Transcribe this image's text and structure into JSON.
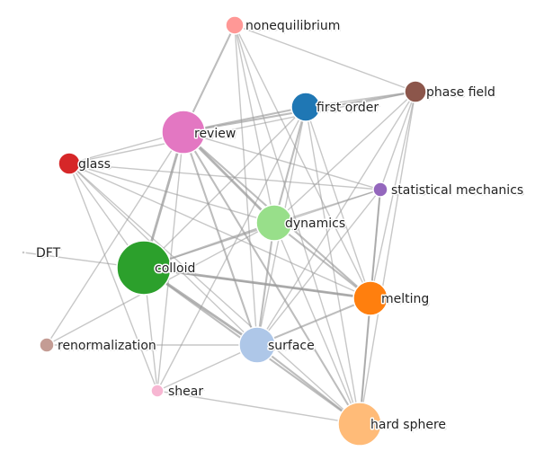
{
  "graph": {
    "nodes": [
      {
        "id": "nonequilibrium",
        "label": "nonequilibrium",
        "color": "#ff9896",
        "weight": 1
      },
      {
        "id": "phase_field",
        "label": "phase field",
        "color": "#8c564b",
        "weight": 1.3
      },
      {
        "id": "first_order",
        "label": "first order",
        "color": "#1f77b4",
        "weight": 1.7
      },
      {
        "id": "review",
        "label": "review",
        "color": "#e377c2",
        "weight": 3
      },
      {
        "id": "glass",
        "label": "glass",
        "color": "#d62728",
        "weight": 1.2
      },
      {
        "id": "statistical_mechanics",
        "label": "statistical mechanics",
        "color": "#9467bd",
        "weight": 0.8
      },
      {
        "id": "dynamics",
        "label": "dynamics",
        "color": "#98df8a",
        "weight": 2.1
      },
      {
        "id": "dft",
        "label": "DFT",
        "color": "#c7c7c7",
        "weight": 0.15
      },
      {
        "id": "colloid",
        "label": "colloid",
        "color": "#2ca02c",
        "weight": 3.8
      },
      {
        "id": "melting",
        "label": "melting",
        "color": "#ff7f0e",
        "weight": 2.0
      },
      {
        "id": "renormalization",
        "label": "renormalization",
        "color": "#c49c94",
        "weight": 0.8
      },
      {
        "id": "surface",
        "label": "surface",
        "color": "#aec7e8",
        "weight": 2.0
      },
      {
        "id": "shear",
        "label": "shear",
        "color": "#f7b6d2",
        "weight": 0.7
      },
      {
        "id": "hard_sphere",
        "label": "hard sphere",
        "color": "#ffbb78",
        "weight": 2.6
      }
    ],
    "edges": [
      {
        "source": "nonequilibrium",
        "target": "review",
        "weight": 2
      },
      {
        "source": "nonequilibrium",
        "target": "dynamics",
        "weight": 1
      },
      {
        "source": "nonequilibrium",
        "target": "phase_field",
        "weight": 1
      },
      {
        "source": "nonequilibrium",
        "target": "melting",
        "weight": 1
      },
      {
        "source": "nonequilibrium",
        "target": "surface",
        "weight": 1
      },
      {
        "source": "nonequilibrium",
        "target": "hard_sphere",
        "weight": 1
      },
      {
        "source": "phase_field",
        "target": "review",
        "weight": 2
      },
      {
        "source": "phase_field",
        "target": "first_order",
        "weight": 1
      },
      {
        "source": "phase_field",
        "target": "dynamics",
        "weight": 1
      },
      {
        "source": "phase_field",
        "target": "statistical_mechanics",
        "weight": 1
      },
      {
        "source": "phase_field",
        "target": "melting",
        "weight": 1
      },
      {
        "source": "phase_field",
        "target": "surface",
        "weight": 1
      },
      {
        "source": "phase_field",
        "target": "hard_sphere",
        "weight": 1
      },
      {
        "source": "phase_field",
        "target": "glass",
        "weight": 1
      },
      {
        "source": "first_order",
        "target": "review",
        "weight": 2
      },
      {
        "source": "first_order",
        "target": "dynamics",
        "weight": 2
      },
      {
        "source": "first_order",
        "target": "melting",
        "weight": 1
      },
      {
        "source": "first_order",
        "target": "surface",
        "weight": 1
      },
      {
        "source": "first_order",
        "target": "colloid",
        "weight": 1
      },
      {
        "source": "first_order",
        "target": "hard_sphere",
        "weight": 1
      },
      {
        "source": "first_order",
        "target": "shear",
        "weight": 1
      },
      {
        "source": "review",
        "target": "glass",
        "weight": 1
      },
      {
        "source": "review",
        "target": "dynamics",
        "weight": 3
      },
      {
        "source": "review",
        "target": "colloid",
        "weight": 3
      },
      {
        "source": "review",
        "target": "melting",
        "weight": 2
      },
      {
        "source": "review",
        "target": "surface",
        "weight": 2
      },
      {
        "source": "review",
        "target": "hard_sphere",
        "weight": 2
      },
      {
        "source": "review",
        "target": "shear",
        "weight": 1
      },
      {
        "source": "review",
        "target": "renormalization",
        "weight": 1
      },
      {
        "source": "glass",
        "target": "statistical_mechanics",
        "weight": 1
      },
      {
        "source": "glass",
        "target": "dynamics",
        "weight": 1
      },
      {
        "source": "glass",
        "target": "melting",
        "weight": 1
      },
      {
        "source": "glass",
        "target": "surface",
        "weight": 1
      },
      {
        "source": "glass",
        "target": "shear",
        "weight": 1
      },
      {
        "source": "glass",
        "target": "colloid",
        "weight": 1
      },
      {
        "source": "glass",
        "target": "hard_sphere",
        "weight": 1
      },
      {
        "source": "statistical_mechanics",
        "target": "dynamics",
        "weight": 1
      },
      {
        "source": "statistical_mechanics",
        "target": "review",
        "weight": 1
      },
      {
        "source": "statistical_mechanics",
        "target": "melting",
        "weight": 2
      },
      {
        "source": "statistical_mechanics",
        "target": "surface",
        "weight": 1
      },
      {
        "source": "statistical_mechanics",
        "target": "hard_sphere",
        "weight": 1
      },
      {
        "source": "statistical_mechanics",
        "target": "colloid",
        "weight": 1
      },
      {
        "source": "dynamics",
        "target": "colloid",
        "weight": 2
      },
      {
        "source": "dynamics",
        "target": "melting",
        "weight": 2
      },
      {
        "source": "dynamics",
        "target": "surface",
        "weight": 2
      },
      {
        "source": "dynamics",
        "target": "hard_sphere",
        "weight": 1
      },
      {
        "source": "dynamics",
        "target": "renormalization",
        "weight": 1
      },
      {
        "source": "dft",
        "target": "melting",
        "weight": 1
      },
      {
        "source": "colloid",
        "target": "melting",
        "weight": 3
      },
      {
        "source": "colloid",
        "target": "surface",
        "weight": 3
      },
      {
        "source": "colloid",
        "target": "hard_sphere",
        "weight": 2
      },
      {
        "source": "colloid",
        "target": "shear",
        "weight": 1
      },
      {
        "source": "melting",
        "target": "surface",
        "weight": 2
      },
      {
        "source": "melting",
        "target": "hard_sphere",
        "weight": 2
      },
      {
        "source": "surface",
        "target": "hard_sphere",
        "weight": 2
      },
      {
        "source": "surface",
        "target": "shear",
        "weight": 1
      },
      {
        "source": "shear",
        "target": "hard_sphere",
        "weight": 1
      },
      {
        "source": "renormalization",
        "target": "surface",
        "weight": 1
      }
    ]
  }
}
